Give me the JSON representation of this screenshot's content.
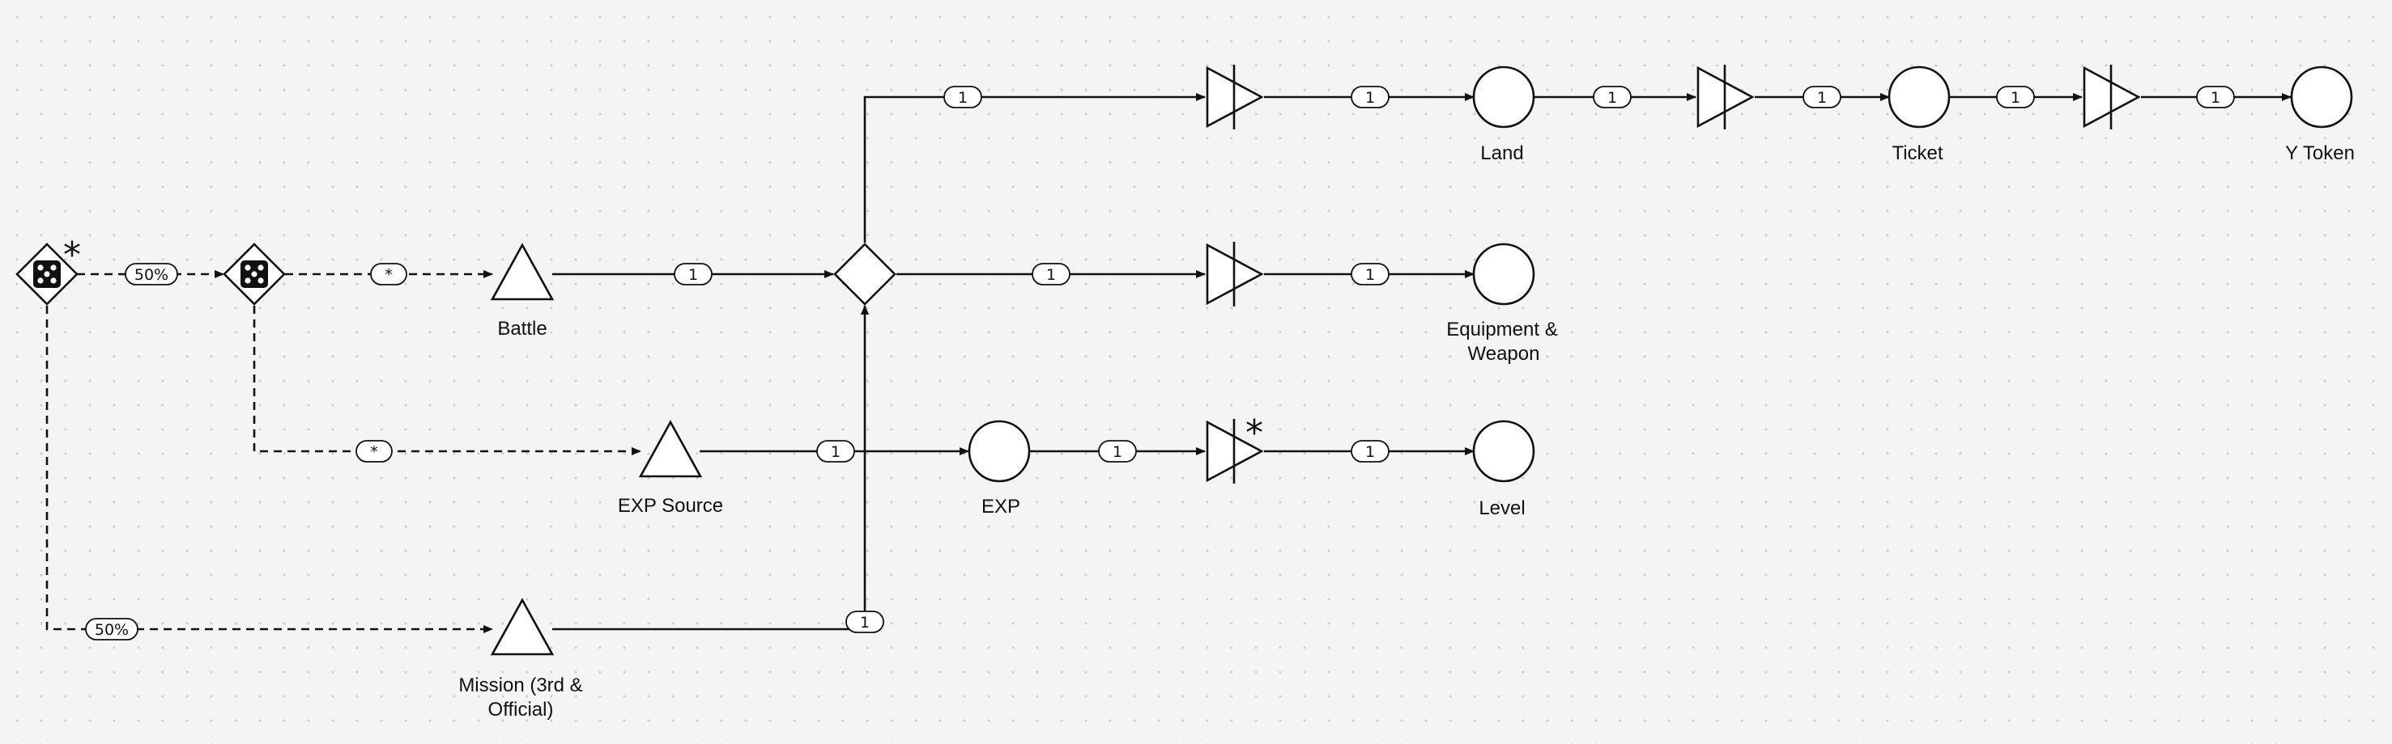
{
  "colors": {
    "stroke": "#111111",
    "background": "#f4f4f4",
    "grid_dot": "#c9c9c9",
    "pill_fill": "#ffffff"
  },
  "nodes": {
    "dice1": {
      "shape": "dice-gate",
      "mark": "*"
    },
    "dice2": {
      "shape": "dice-gate"
    },
    "battle": {
      "shape": "source-triangle",
      "label": "Battle"
    },
    "exp_source": {
      "shape": "source-triangle",
      "label": "EXP Source"
    },
    "mission": {
      "shape": "source-triangle",
      "label_line1": "Mission (3rd &",
      "label_line2": "Official)"
    },
    "gate": {
      "shape": "gate-diamond"
    },
    "conv_land": {
      "shape": "converter"
    },
    "land": {
      "shape": "pool",
      "label": "Land"
    },
    "conv_ticket": {
      "shape": "converter"
    },
    "ticket": {
      "shape": "pool",
      "label": "Ticket"
    },
    "conv_token": {
      "shape": "converter"
    },
    "ytoken": {
      "shape": "pool",
      "label": "Y Token"
    },
    "conv_equip": {
      "shape": "converter"
    },
    "equipment": {
      "shape": "pool",
      "label_line1": "Equipment &",
      "label_line2": "Weapon"
    },
    "exp": {
      "shape": "pool",
      "label": "EXP"
    },
    "conv_level": {
      "shape": "converter",
      "mark": "*"
    },
    "level": {
      "shape": "pool",
      "label": "Level"
    }
  },
  "edges": {
    "dice1_dice2": "50%",
    "dice2_battle": "*",
    "dice2_exp_source": "*",
    "dice1_mission": "50%",
    "battle_gate": "1",
    "exp_source_exp": "1",
    "mission_gate": "1",
    "gate_conv_land": "1",
    "conv_land_land": "1",
    "land_conv_ticket": "1",
    "conv_ticket_ticket": "1",
    "ticket_conv_token": "1",
    "conv_token_ytoken": "1",
    "gate_conv_equip": "1",
    "conv_equip_equipment": "1",
    "exp_conv_level": "1",
    "conv_level_level": "1"
  }
}
